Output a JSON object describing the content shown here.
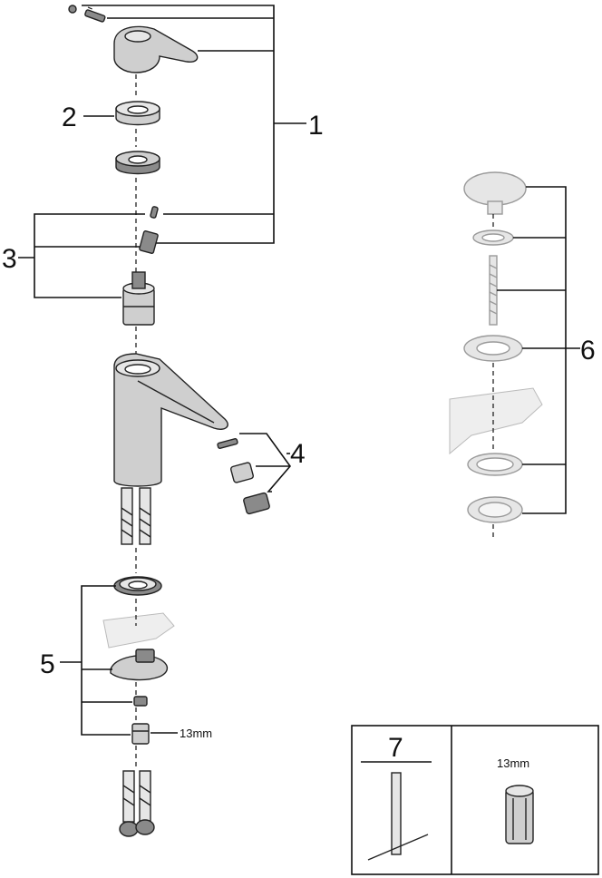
{
  "callouts": {
    "c1": "1",
    "c2": "2",
    "c3": "3",
    "c4": "4",
    "c5": "5",
    "c6": "6",
    "c7": "7"
  },
  "dimensions": {
    "nut_size": "13mm",
    "tool_size": "13mm"
  }
}
